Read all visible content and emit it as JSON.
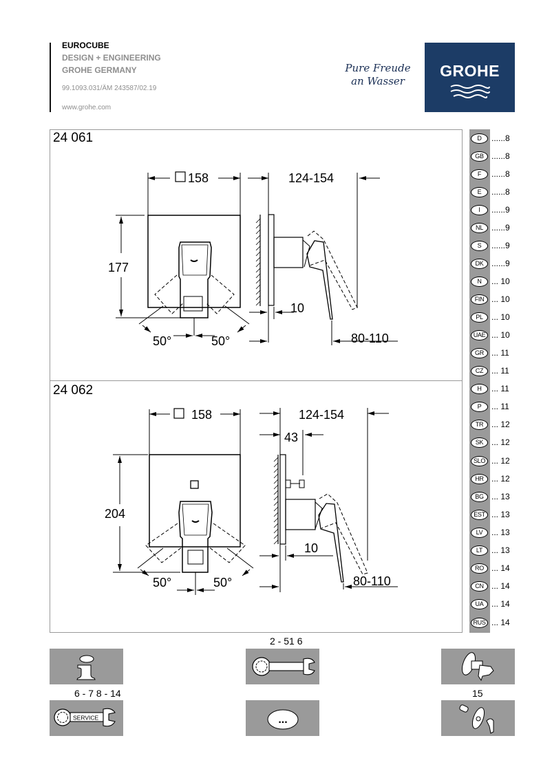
{
  "header": {
    "product_line": "EUROCUBE",
    "subtitle_1": "DESIGN + ENGINEERING",
    "subtitle_2": "GROHE GERMANY",
    "doc_code": "99.1093.031/ÄM 243587/02.19",
    "website": "www.grohe.com",
    "slogan_line_1": "Pure Freude",
    "slogan_line_2": "an Wasser",
    "brand_logo_text": "GROHE",
    "brand_color": "#1c3c66"
  },
  "drawings": [
    {
      "product_number": "24 061",
      "front_view": {
        "width_label": "158",
        "width_symbol": "□",
        "height_label": "177",
        "angle_left": "50°",
        "angle_right": "50°"
      },
      "side_view": {
        "depth_range": "124-154",
        "plate_thickness": "10",
        "lever_range": "80-110"
      }
    },
    {
      "product_number": "24 062",
      "front_view": {
        "width_label": "158",
        "width_symbol": "□",
        "height_label": "204",
        "angle_left": "50°",
        "angle_right": "50°"
      },
      "side_view": {
        "depth_range": "124-154",
        "diverter_depth": "43",
        "plate_thickness": "10",
        "lever_range": "80-110"
      }
    }
  ],
  "languages": [
    {
      "code": "D",
      "page": "......8"
    },
    {
      "code": "GB",
      "page": "......8"
    },
    {
      "code": "F",
      "page": "......8"
    },
    {
      "code": "E",
      "page": "......8"
    },
    {
      "code": "I",
      "page": "......9"
    },
    {
      "code": "NL",
      "page": "......9"
    },
    {
      "code": "S",
      "page": "......9"
    },
    {
      "code": "DK",
      "page": "......9"
    },
    {
      "code": "N",
      "page": "... 10"
    },
    {
      "code": "FIN",
      "page": "... 10"
    },
    {
      "code": "PL",
      "page": "... 10"
    },
    {
      "code": "UAE",
      "page": "... 10"
    },
    {
      "code": "GR",
      "page": "... 11"
    },
    {
      "code": "CZ",
      "page": "... 11"
    },
    {
      "code": "H",
      "page": "... 11"
    },
    {
      "code": "P",
      "page": "... 11"
    },
    {
      "code": "TR",
      "page": "... 12"
    },
    {
      "code": "SK",
      "page": "... 12"
    },
    {
      "code": "SLO",
      "page": "... 12"
    },
    {
      "code": "HR",
      "page": "... 12"
    },
    {
      "code": "BG",
      "page": "... 13"
    },
    {
      "code": "EST",
      "page": "... 13"
    },
    {
      "code": "LV",
      "page": "... 13"
    },
    {
      "code": "LT",
      "page": "... 13"
    },
    {
      "code": "RO",
      "page": "... 14"
    },
    {
      "code": "CN",
      "page": "... 14"
    },
    {
      "code": "UA",
      "page": "... 14"
    },
    {
      "code": "RUS",
      "page": "... 14"
    }
  ],
  "sections": {
    "info": {
      "icon": "info-icon",
      "page_label": ""
    },
    "installation": {
      "icon": "wrench-icon",
      "page_label": "2 - 51 6"
    },
    "function": {
      "icon": "valve-hand-icon",
      "page_label": ""
    },
    "service": {
      "icon": "service-wrench-icon",
      "page_label": "6 - 7 8 - 14",
      "service_text": "SERVICE"
    },
    "other": {
      "icon": "ellipsis-icon",
      "page_label": "",
      "ellipsis_text": "..."
    },
    "spare_parts": {
      "icon": "spare-parts-icon",
      "page_label": "15"
    }
  }
}
